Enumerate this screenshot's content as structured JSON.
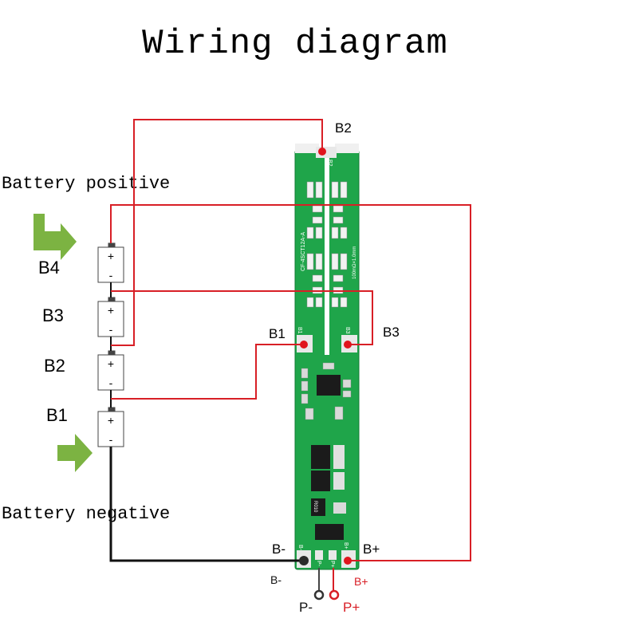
{
  "title": "Wiring diagram",
  "battery_positive_label": "Battery positive",
  "battery_negative_label": "Battery negative",
  "cells": [
    {
      "label": "B4",
      "plus": "+",
      "minus": "-"
    },
    {
      "label": "B3",
      "plus": "+",
      "minus": "-"
    },
    {
      "label": "B2",
      "plus": "+",
      "minus": "-"
    },
    {
      "label": "B1",
      "plus": "+",
      "minus": "-"
    }
  ],
  "board_pads": {
    "b2": "B2",
    "b1": "B1",
    "b3": "B3",
    "b_minus": "B-",
    "b_plus": "B+"
  },
  "terminal_labels": {
    "b_minus_small": "B-",
    "b_plus_small": "B+",
    "p_minus": "P-",
    "p_plus": "P+"
  },
  "silkscreen": {
    "pad_b2": "B2",
    "pad_b1": "B1",
    "pad_b3": "B3",
    "pad_bminus": "B-",
    "pad_pminus": "P-",
    "pad_pplus": "P+",
    "pad_bplus": "B+",
    "part_number": "CF-4SCT12A-A",
    "shunt_note": "100mΩ×1.0mm",
    "resistor": "R010"
  },
  "colors": {
    "red_wire": "#d81f26",
    "black_wire": "#111111",
    "pcb_green": "#1fa54a",
    "arrow_green": "#7cb342"
  }
}
